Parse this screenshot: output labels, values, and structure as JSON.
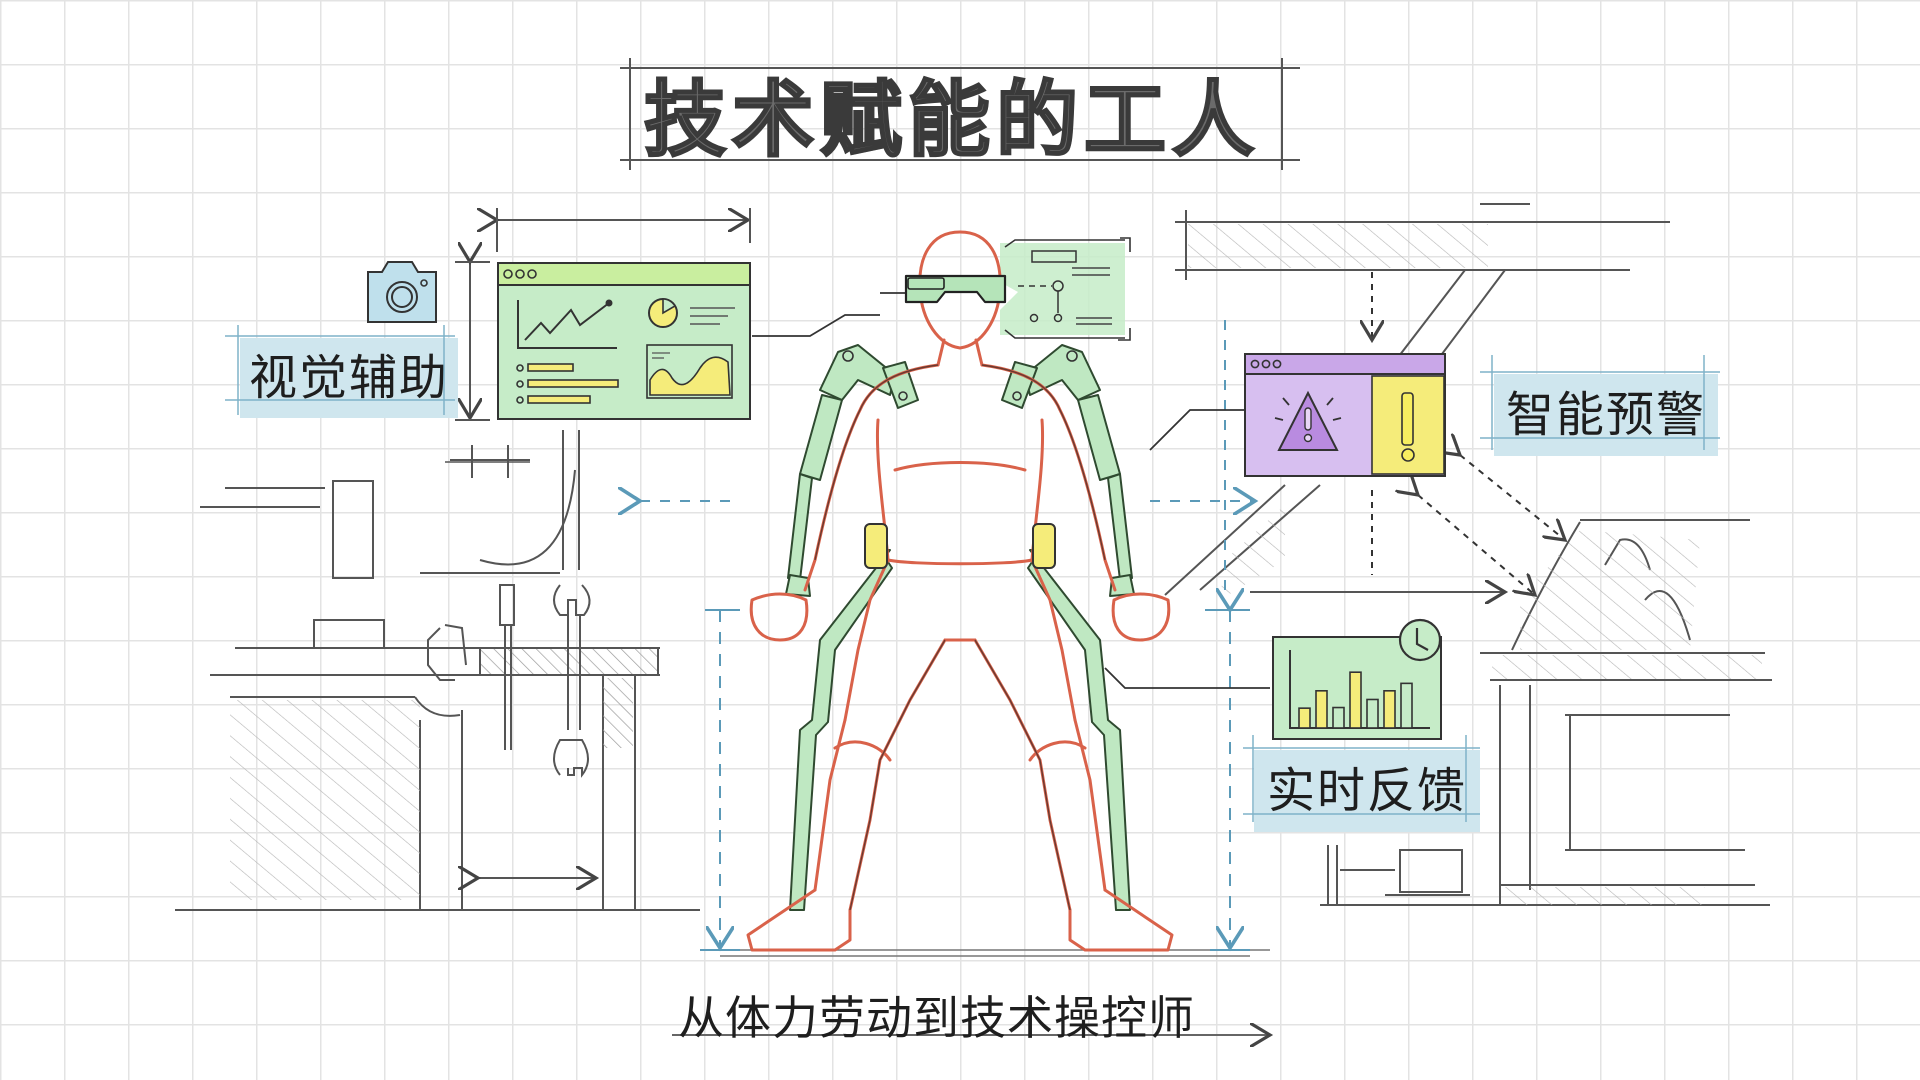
{
  "title": "技术赋能的工人",
  "callouts": {
    "visual_aid": {
      "label": "视觉辅助",
      "icon": "camera-icon"
    },
    "smart_warning": {
      "label": "智能预警",
      "icon": "warning-triangle-icon"
    },
    "realtime_feedback": {
      "label": "实时反馈",
      "icon": "clock-icon"
    }
  },
  "caption": "从体力劳动到技术操控师",
  "colors": {
    "grid": "#e3e3e3",
    "figure_red": "#d9624a",
    "exoskeleton_green": "#bfe8c2",
    "highlight_yellow": "#f5ec7a",
    "warning_purple": "#c9a7e8",
    "label_blue": "#cfe6ee",
    "guide_blue": "#5b9ab8",
    "pencil": "#333333"
  },
  "panels": {
    "visual_dashboard": {
      "window_dots": 3,
      "widgets": [
        "line-chart",
        "pie-chart",
        "list-bars",
        "area-chart"
      ]
    },
    "warning_window": {
      "window_dots": 3,
      "widgets": [
        "warning-triangle",
        "exclamation-mark"
      ]
    },
    "feedback_chart": {
      "type": "bar",
      "bars": 7,
      "relative_heights": [
        0.32,
        0.6,
        0.33,
        0.9,
        0.46,
        0.6,
        0.72
      ]
    }
  }
}
